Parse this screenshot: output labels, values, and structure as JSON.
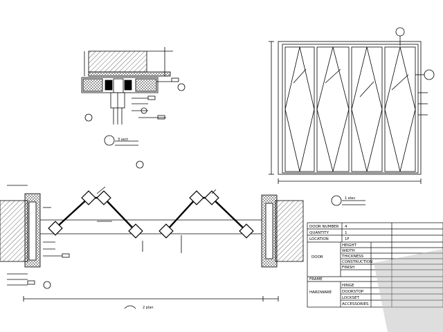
{
  "schedule": {
    "door_number_label": "DOOR NUMBER",
    "door_number_value": "4",
    "quantity_label": "QUANTITY",
    "quantity_value": "1",
    "location_label": "LOCATION",
    "location_value": "1F",
    "door_label": "DOOR",
    "frame_label": "FRAME",
    "hardware_label": "HARDWARE",
    "height_label": "HEIGHT",
    "width_label": "WIDTH",
    "thickness_label": "THICKNESS",
    "construction_label": "CONSTRUCTION",
    "finish_label": "FINISH",
    "hinge_label": "HINGE",
    "doorstop_label": "DOORSTOP",
    "lockset_label": "LOCKSET",
    "accessories_label": "ACCESSORIES"
  },
  "labels": {
    "plan_caption": "2 plan",
    "elevation_caption": "1 elev",
    "section_caption": "3 sect"
  },
  "colors": {
    "line": "#000000",
    "hatch": "#000000",
    "fill_grey": "#bdbdbd"
  }
}
